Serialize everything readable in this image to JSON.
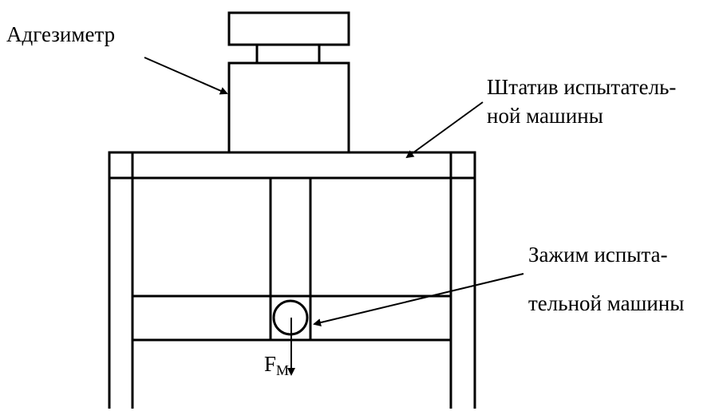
{
  "labels": {
    "adhesiometer": "Адгезиметр",
    "stand_line1": "Штатив испытатель-",
    "stand_line2": "ной машины",
    "clamp_line1": "Зажим испыта-",
    "clamp_line2": "тельной машины",
    "force_main": "F",
    "force_sub": "M"
  }
}
